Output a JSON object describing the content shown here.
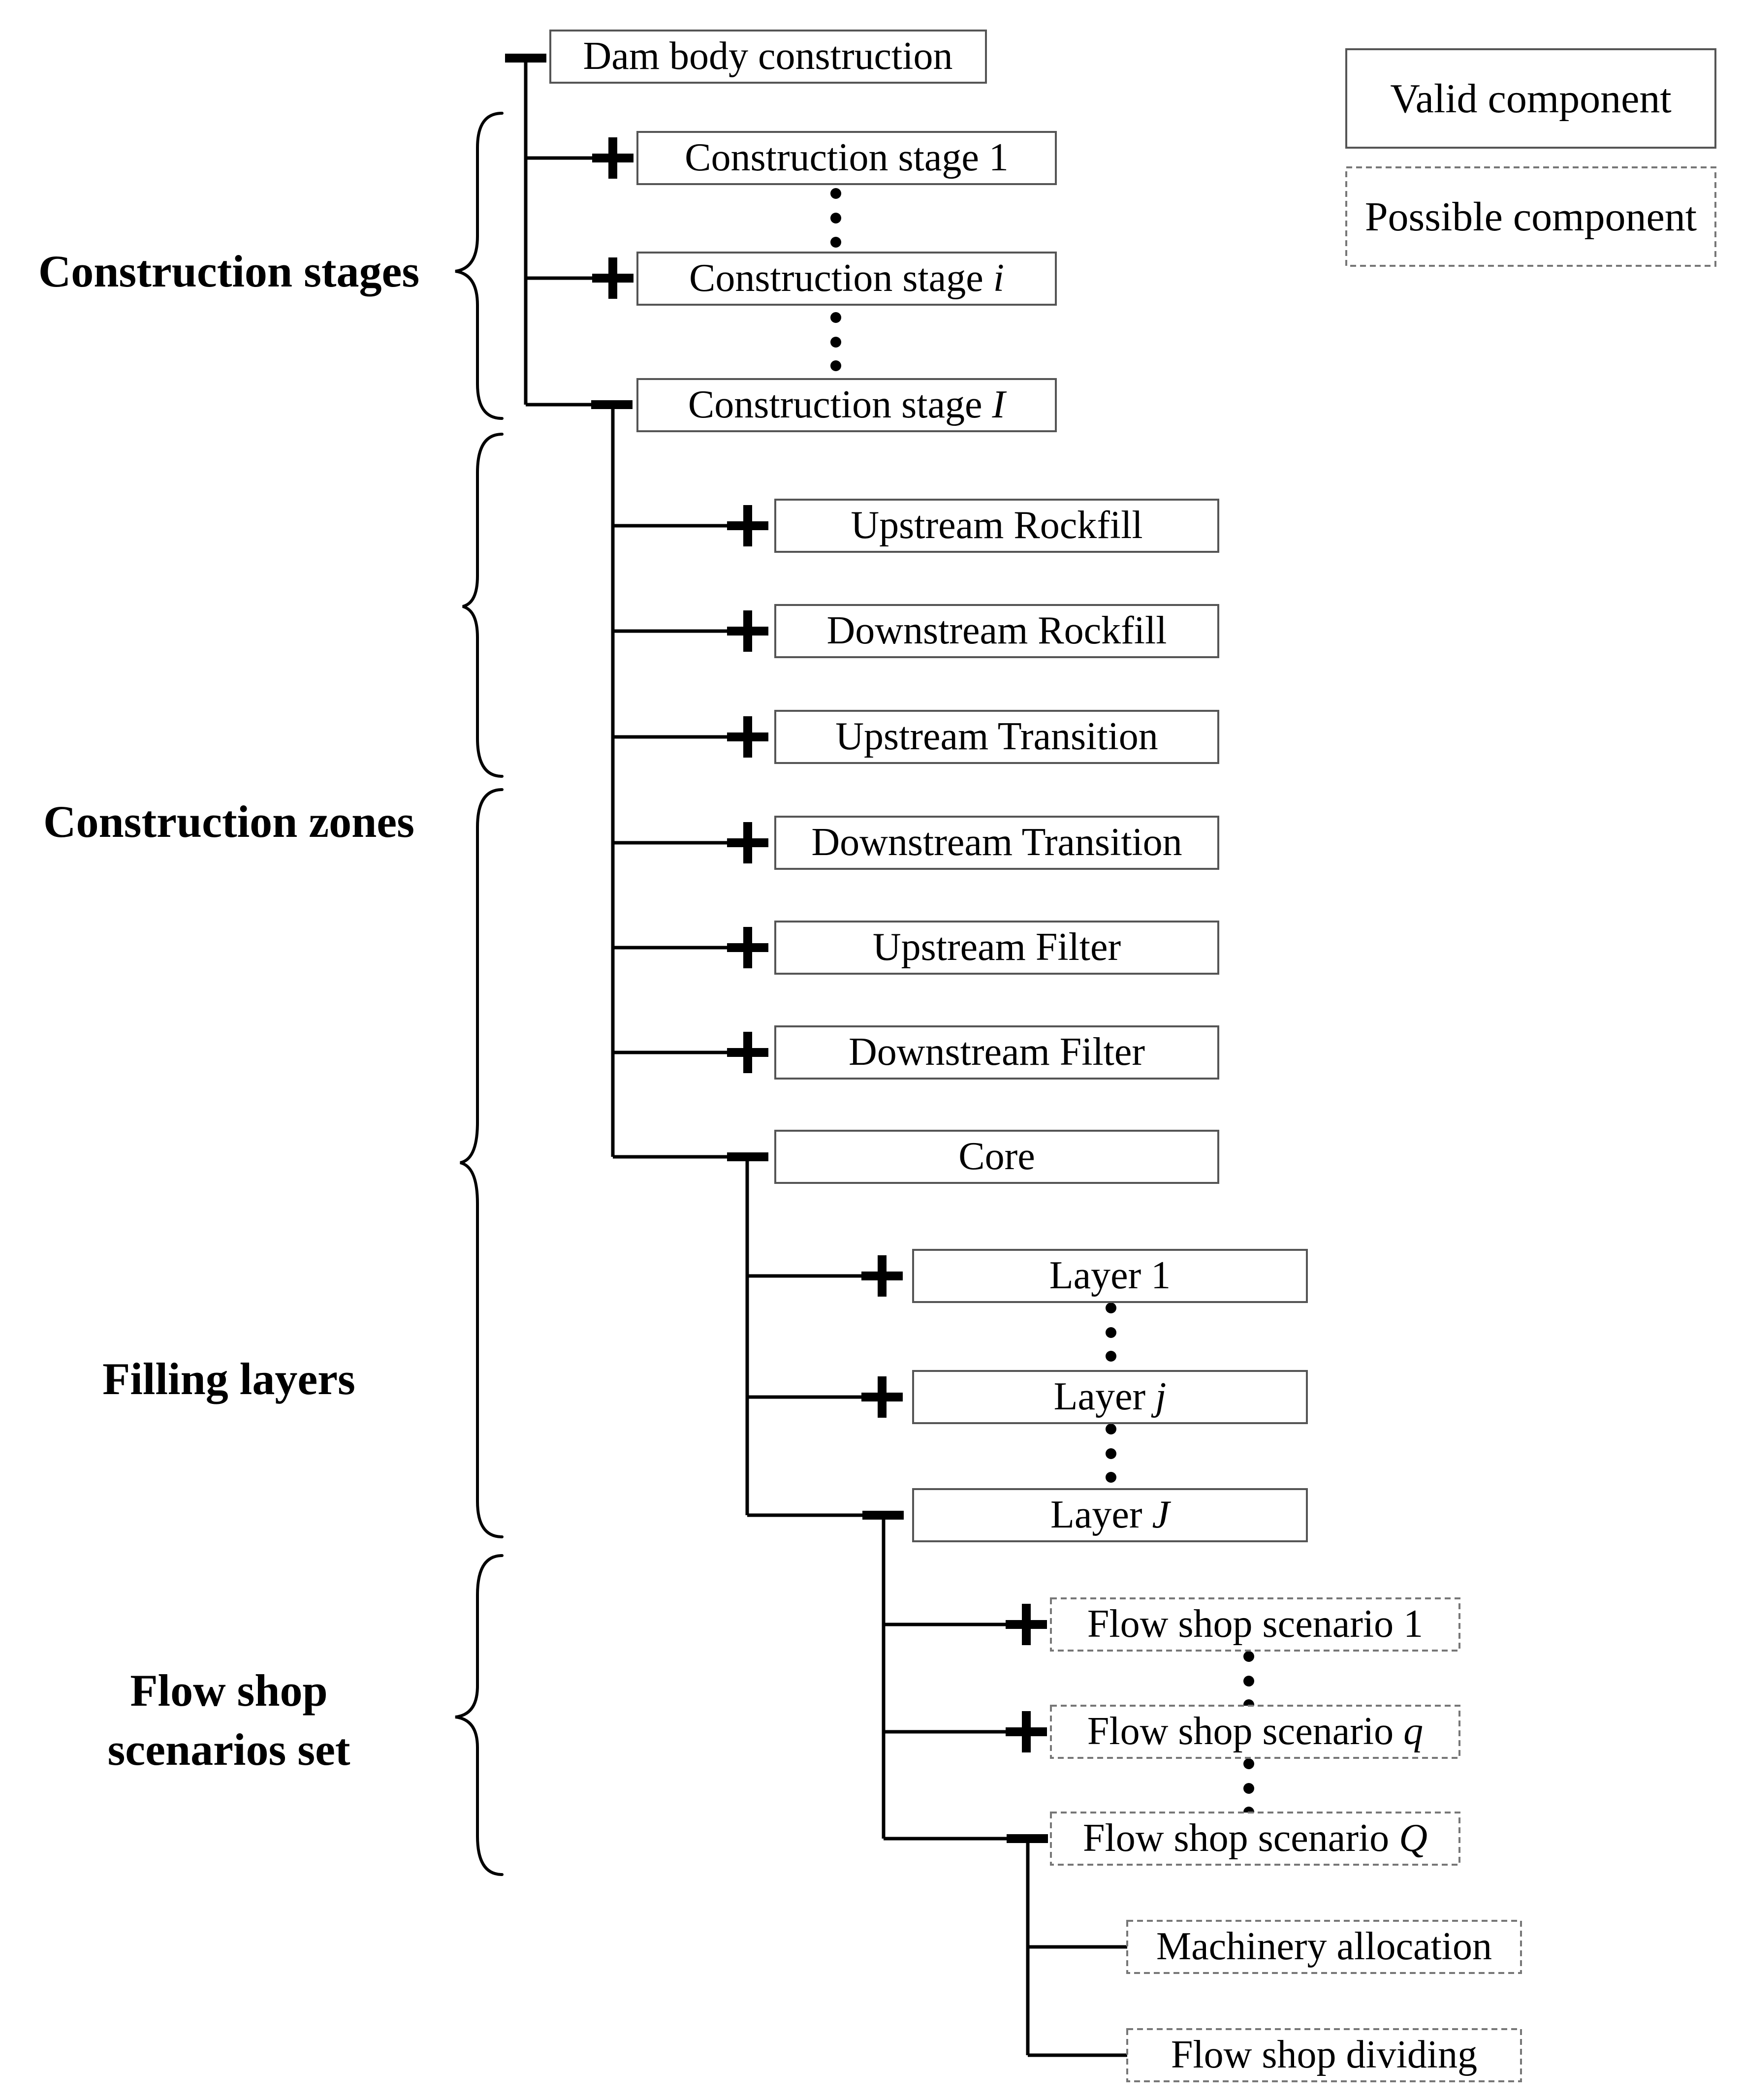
{
  "legend": {
    "valid": "Valid component",
    "possible": "Possible component"
  },
  "groups": {
    "stages": "Construction stages",
    "zones": "Construction zones",
    "layers": "Filling layers",
    "flowshop_line1": "Flow shop",
    "flowshop_line2": "scenarios set"
  },
  "nodes": {
    "root": "Dam body construction",
    "stage_1": "Construction stage 1",
    "stage_i_prefix": "Construction stage ",
    "stage_i_var": "i",
    "stage_I_prefix": "Construction stage ",
    "stage_I_var": "I",
    "zone_1": "Upstream Rockfill",
    "zone_2": "Downstream Rockfill",
    "zone_3": "Upstream Transition",
    "zone_4": "Downstream Transition",
    "zone_5": "Upstream Filter",
    "zone_6": "Downstream Filter",
    "zone_7": "Core",
    "layer_1": "Layer 1",
    "layer_j_prefix": "Layer ",
    "layer_j_var": "j",
    "layer_J_prefix": "Layer ",
    "layer_J_var": "J",
    "scenario_1": "Flow shop scenario 1",
    "scenario_q_prefix": "Flow shop scenario ",
    "scenario_q_var": "q",
    "scenario_Q_prefix": "Flow shop scenario ",
    "scenario_Q_var": "Q",
    "machinery": "Machinery allocation",
    "dividing": "Flow shop dividing"
  }
}
